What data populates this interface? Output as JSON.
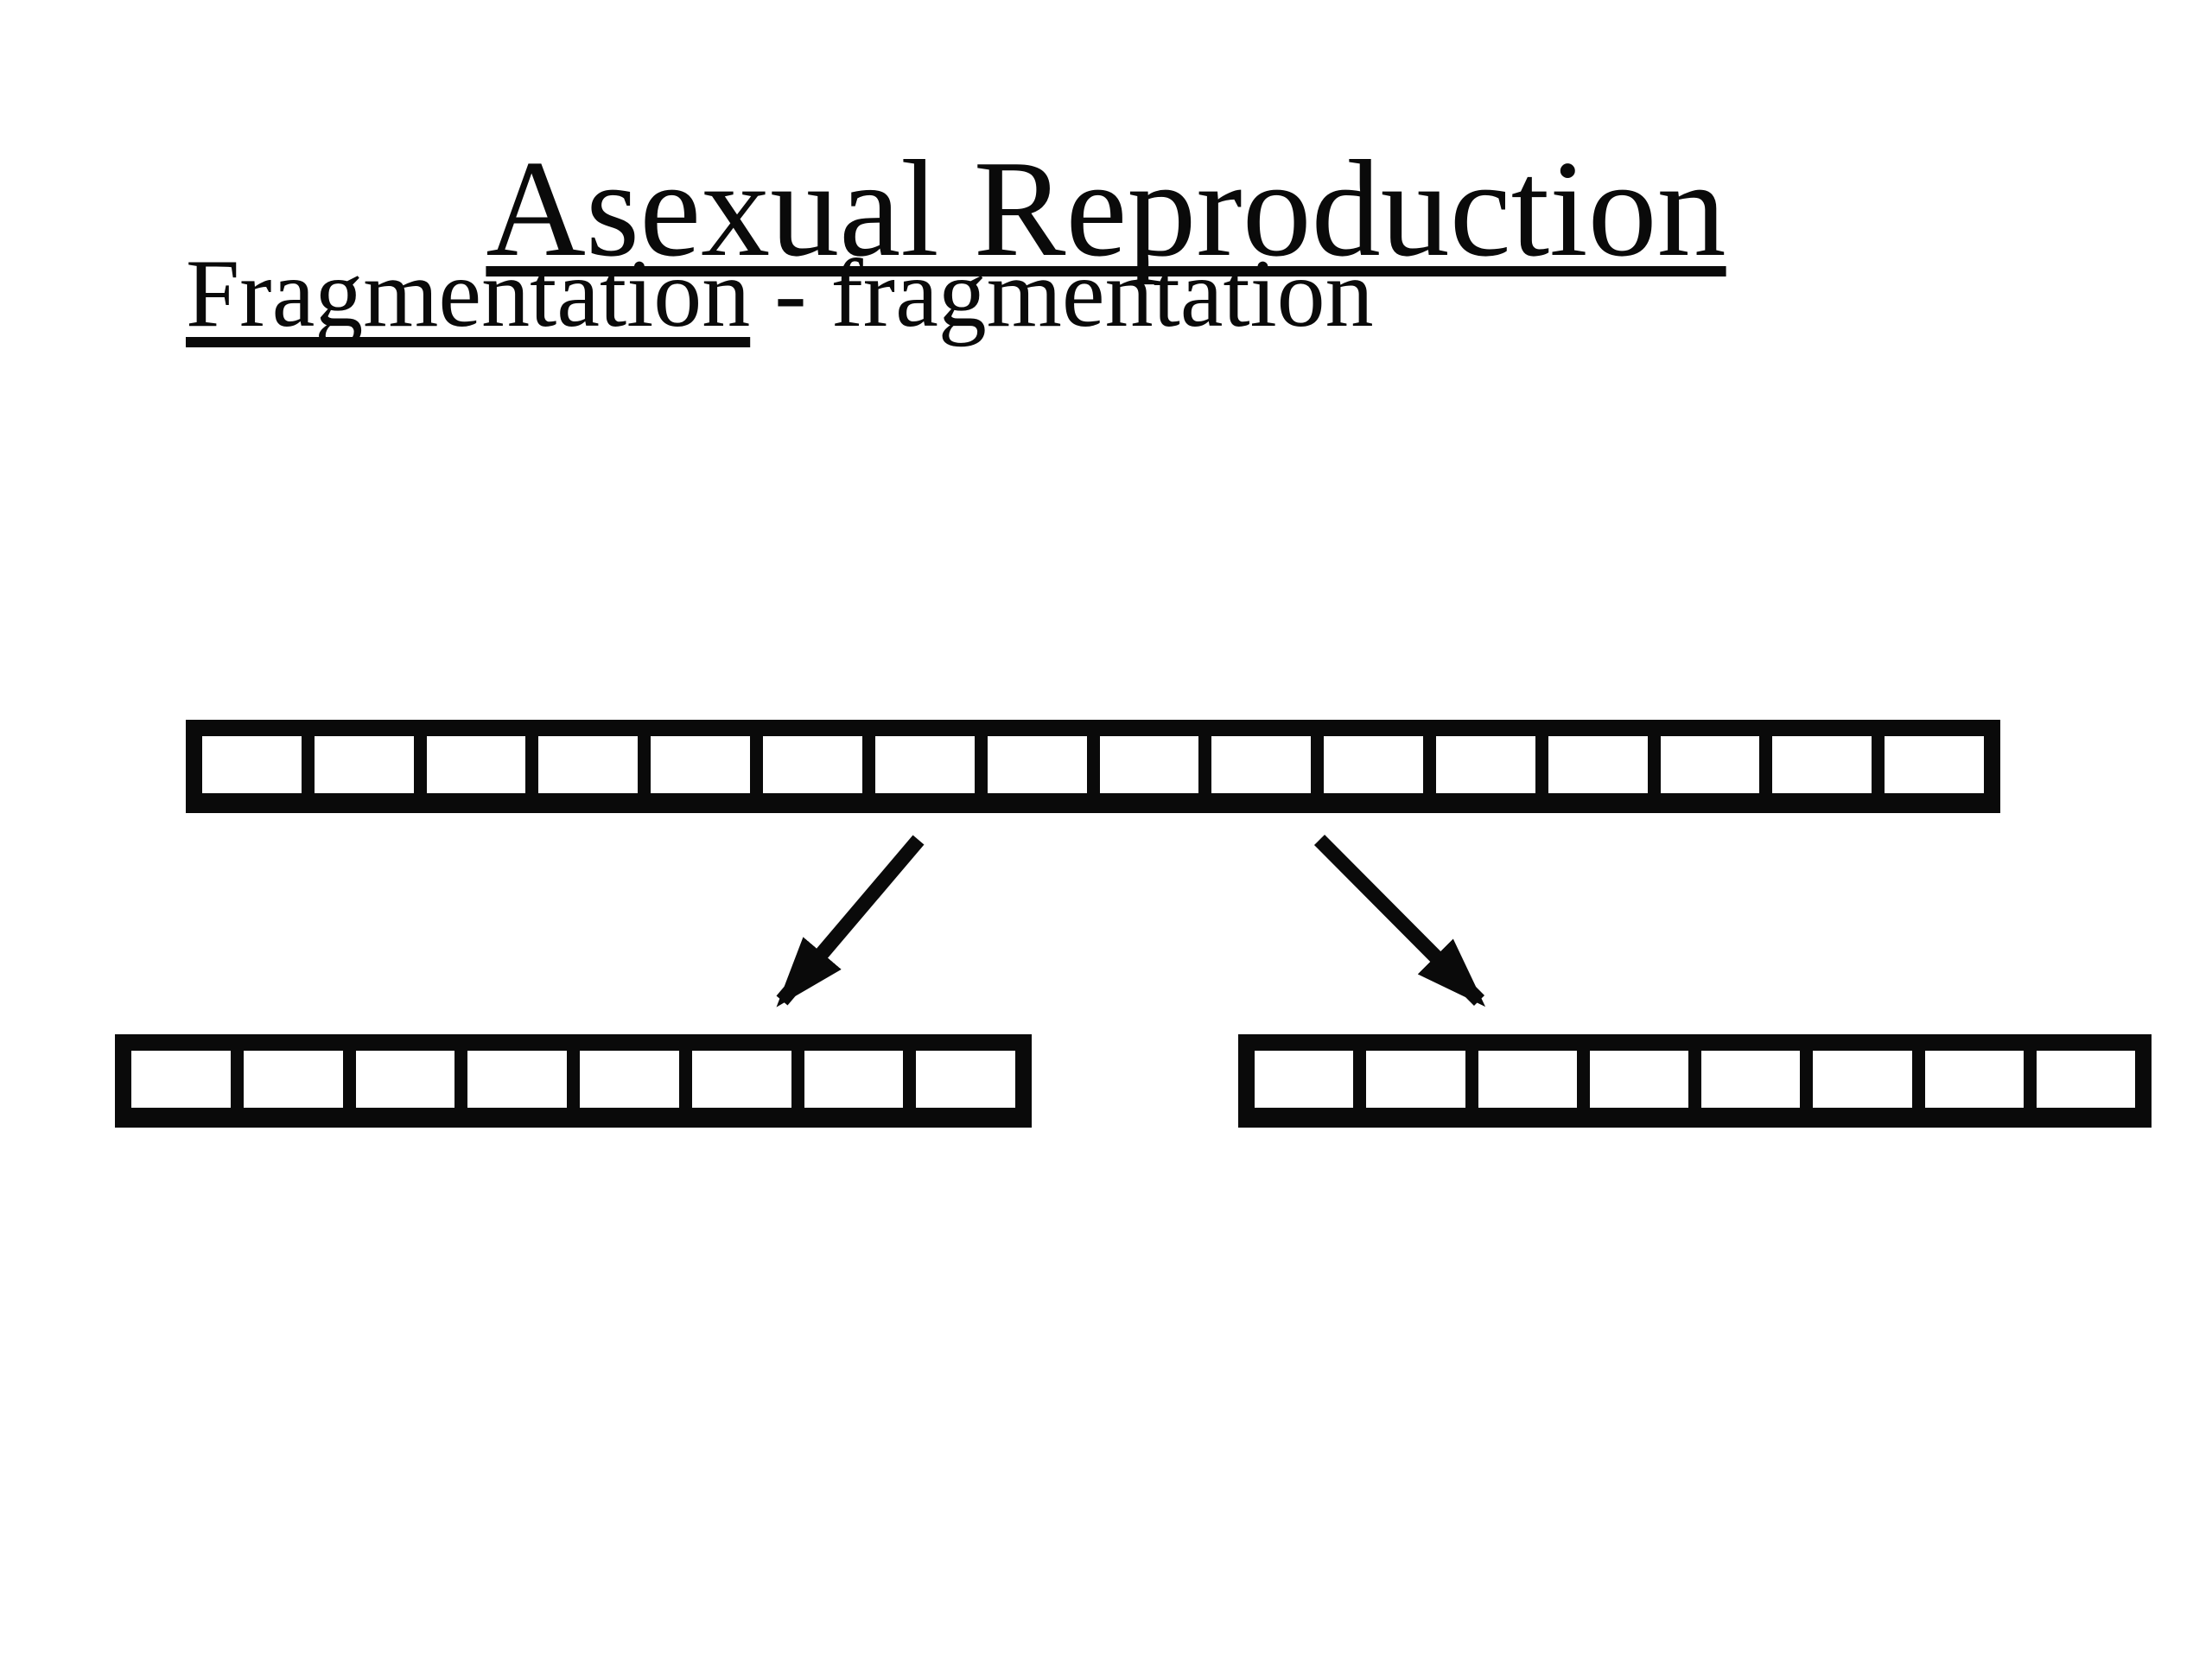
{
  "title": "Asexual Reproduction",
  "subtitle": {
    "term": "Fragmentation",
    "rest": " - fragmentation"
  },
  "diagram": {
    "parent_bar_segments": 16,
    "left_offspring_segments": 8,
    "right_offspring_segments": 8,
    "bar_color": "#0a0a0a",
    "cell_color": "#ffffff",
    "background_color": "#ffffff"
  }
}
